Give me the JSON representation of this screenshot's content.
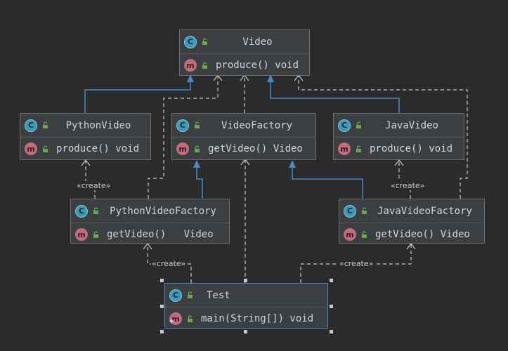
{
  "diagram": {
    "classes": [
      {
        "id": "video",
        "name": "Video",
        "member": "produce() void",
        "badge": "c",
        "member_badge": "m"
      },
      {
        "id": "python-video",
        "name": "PythonVideo",
        "member": "produce() void",
        "badge": "c",
        "member_badge": "m"
      },
      {
        "id": "video-factory",
        "name": "VideoFactory",
        "member": "getVideo() Video",
        "badge": "c",
        "member_badge": "m"
      },
      {
        "id": "java-video",
        "name": "JavaVideo",
        "member": "produce() void",
        "badge": "c",
        "member_badge": "m"
      },
      {
        "id": "python-video-factory",
        "name": "PythonVideoFactory",
        "member": "getVideo()   Video",
        "badge": "c",
        "member_badge": "m"
      },
      {
        "id": "java-video-factory",
        "name": "JavaVideoFactory",
        "member": "getVideo() Video",
        "badge": "c",
        "member_badge": "m"
      },
      {
        "id": "test",
        "name": "Test",
        "member": "main(String[]) void",
        "badge": "c",
        "member_badge": "m"
      }
    ],
    "stereotypes": {
      "create_1": "«create»",
      "create_2": "«create»",
      "create_3": "«create»",
      "create_4": "«create»"
    },
    "relations": [
      {
        "from": "python-video",
        "to": "video",
        "kind": "inheritance"
      },
      {
        "from": "java-video",
        "to": "video",
        "kind": "inheritance"
      },
      {
        "from": "python-video-factory",
        "to": "video-factory",
        "kind": "inheritance"
      },
      {
        "from": "java-video-factory",
        "to": "video-factory",
        "kind": "inheritance"
      },
      {
        "from": "video-factory",
        "to": "video",
        "kind": "dependency"
      },
      {
        "from": "python-video-factory",
        "to": "video",
        "kind": "dependency"
      },
      {
        "from": "java-video-factory",
        "to": "video",
        "kind": "dependency"
      },
      {
        "from": "python-video-factory",
        "to": "python-video",
        "kind": "create"
      },
      {
        "from": "java-video-factory",
        "to": "java-video",
        "kind": "create"
      },
      {
        "from": "test",
        "to": "python-video-factory",
        "kind": "create"
      },
      {
        "from": "test",
        "to": "java-video-factory",
        "kind": "create"
      },
      {
        "from": "test",
        "to": "video-factory",
        "kind": "dependency"
      }
    ],
    "colors": {
      "background": "#2b2b2b",
      "box": "#3c3f41",
      "inheritance": "#4a88c7",
      "dependency": "#c8c8c8",
      "class_badge": "#3b9ab8",
      "method_badge": "#c26b7a",
      "lock": "#6aa84f"
    }
  }
}
